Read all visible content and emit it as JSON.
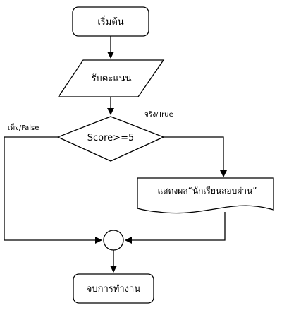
{
  "nodes": {
    "start": {
      "label": "เริ่มต้น"
    },
    "input": {
      "label": "รับคะแนน"
    },
    "decision": {
      "label": "Score>=5"
    },
    "output": {
      "label": "แสดงผล“นักเรียนสอบผ่าน”"
    },
    "end": {
      "label": "จบการทำงาน"
    }
  },
  "branches": {
    "true_label": "จริง/True",
    "false_label": "เท็จ/False"
  }
}
